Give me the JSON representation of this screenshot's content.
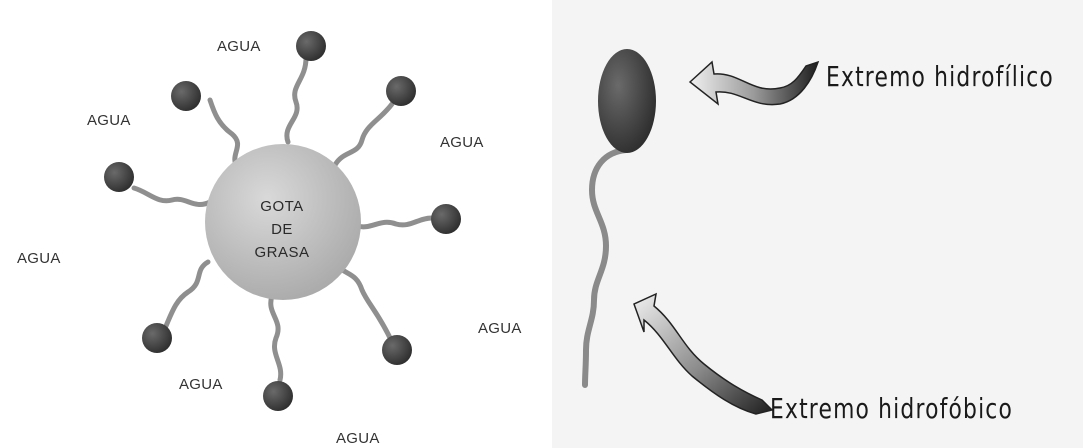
{
  "left_panel": {
    "water_labels": [
      "AGUA",
      "AGUA",
      "AGUA",
      "AGUA",
      "AGUA",
      "AGUA",
      "AGUA"
    ],
    "fat_drop": {
      "line1": "GOTA",
      "line2": "DE",
      "line3": "GRASA"
    }
  },
  "right_panel": {
    "hydrophilic_label": "Extremo hidrofílico",
    "hydrophobic_label": "Extremo hidrofóbico"
  },
  "colors": {
    "drop_fill": "#bdbdbd",
    "head_fill": "#444444",
    "tail_stroke": "#8a8a8a"
  }
}
